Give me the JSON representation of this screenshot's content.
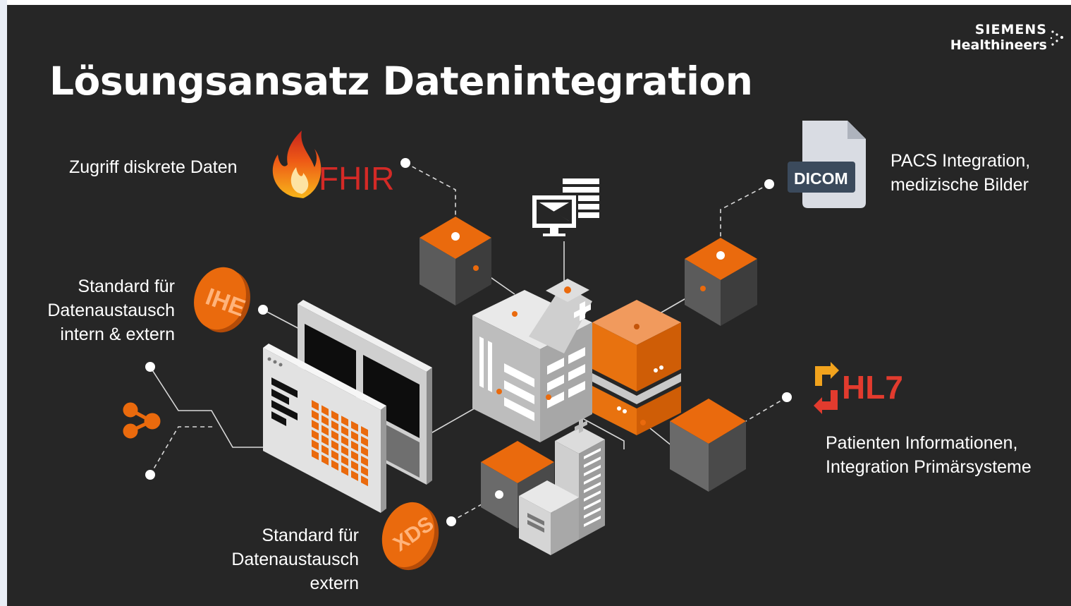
{
  "title": "Lösungsansatz Datenintegration",
  "brand": {
    "line1": "SIEMENS",
    "line2": "Healthineers"
  },
  "labels": {
    "fhir": "Zugriff diskrete Daten",
    "ihe": "Standard für\nDatenaustausch\nintern & extern",
    "xds": "Standard für\nDatenaustausch\nextern",
    "pacs": "PACS Integration,\nmedizische Bilder",
    "hl7": "Patienten Informationen,\nIntegration Primärsysteme"
  },
  "logos": {
    "fhir": "FHIR",
    "ihe": "IHE",
    "xds": "XDS",
    "dicom": "DICOM",
    "hl7": "HL7"
  },
  "colors": {
    "accent": "#ea6a0d",
    "background": "#262626",
    "fhir_red": "#d42a26",
    "hl7_red": "#e23b2e"
  }
}
